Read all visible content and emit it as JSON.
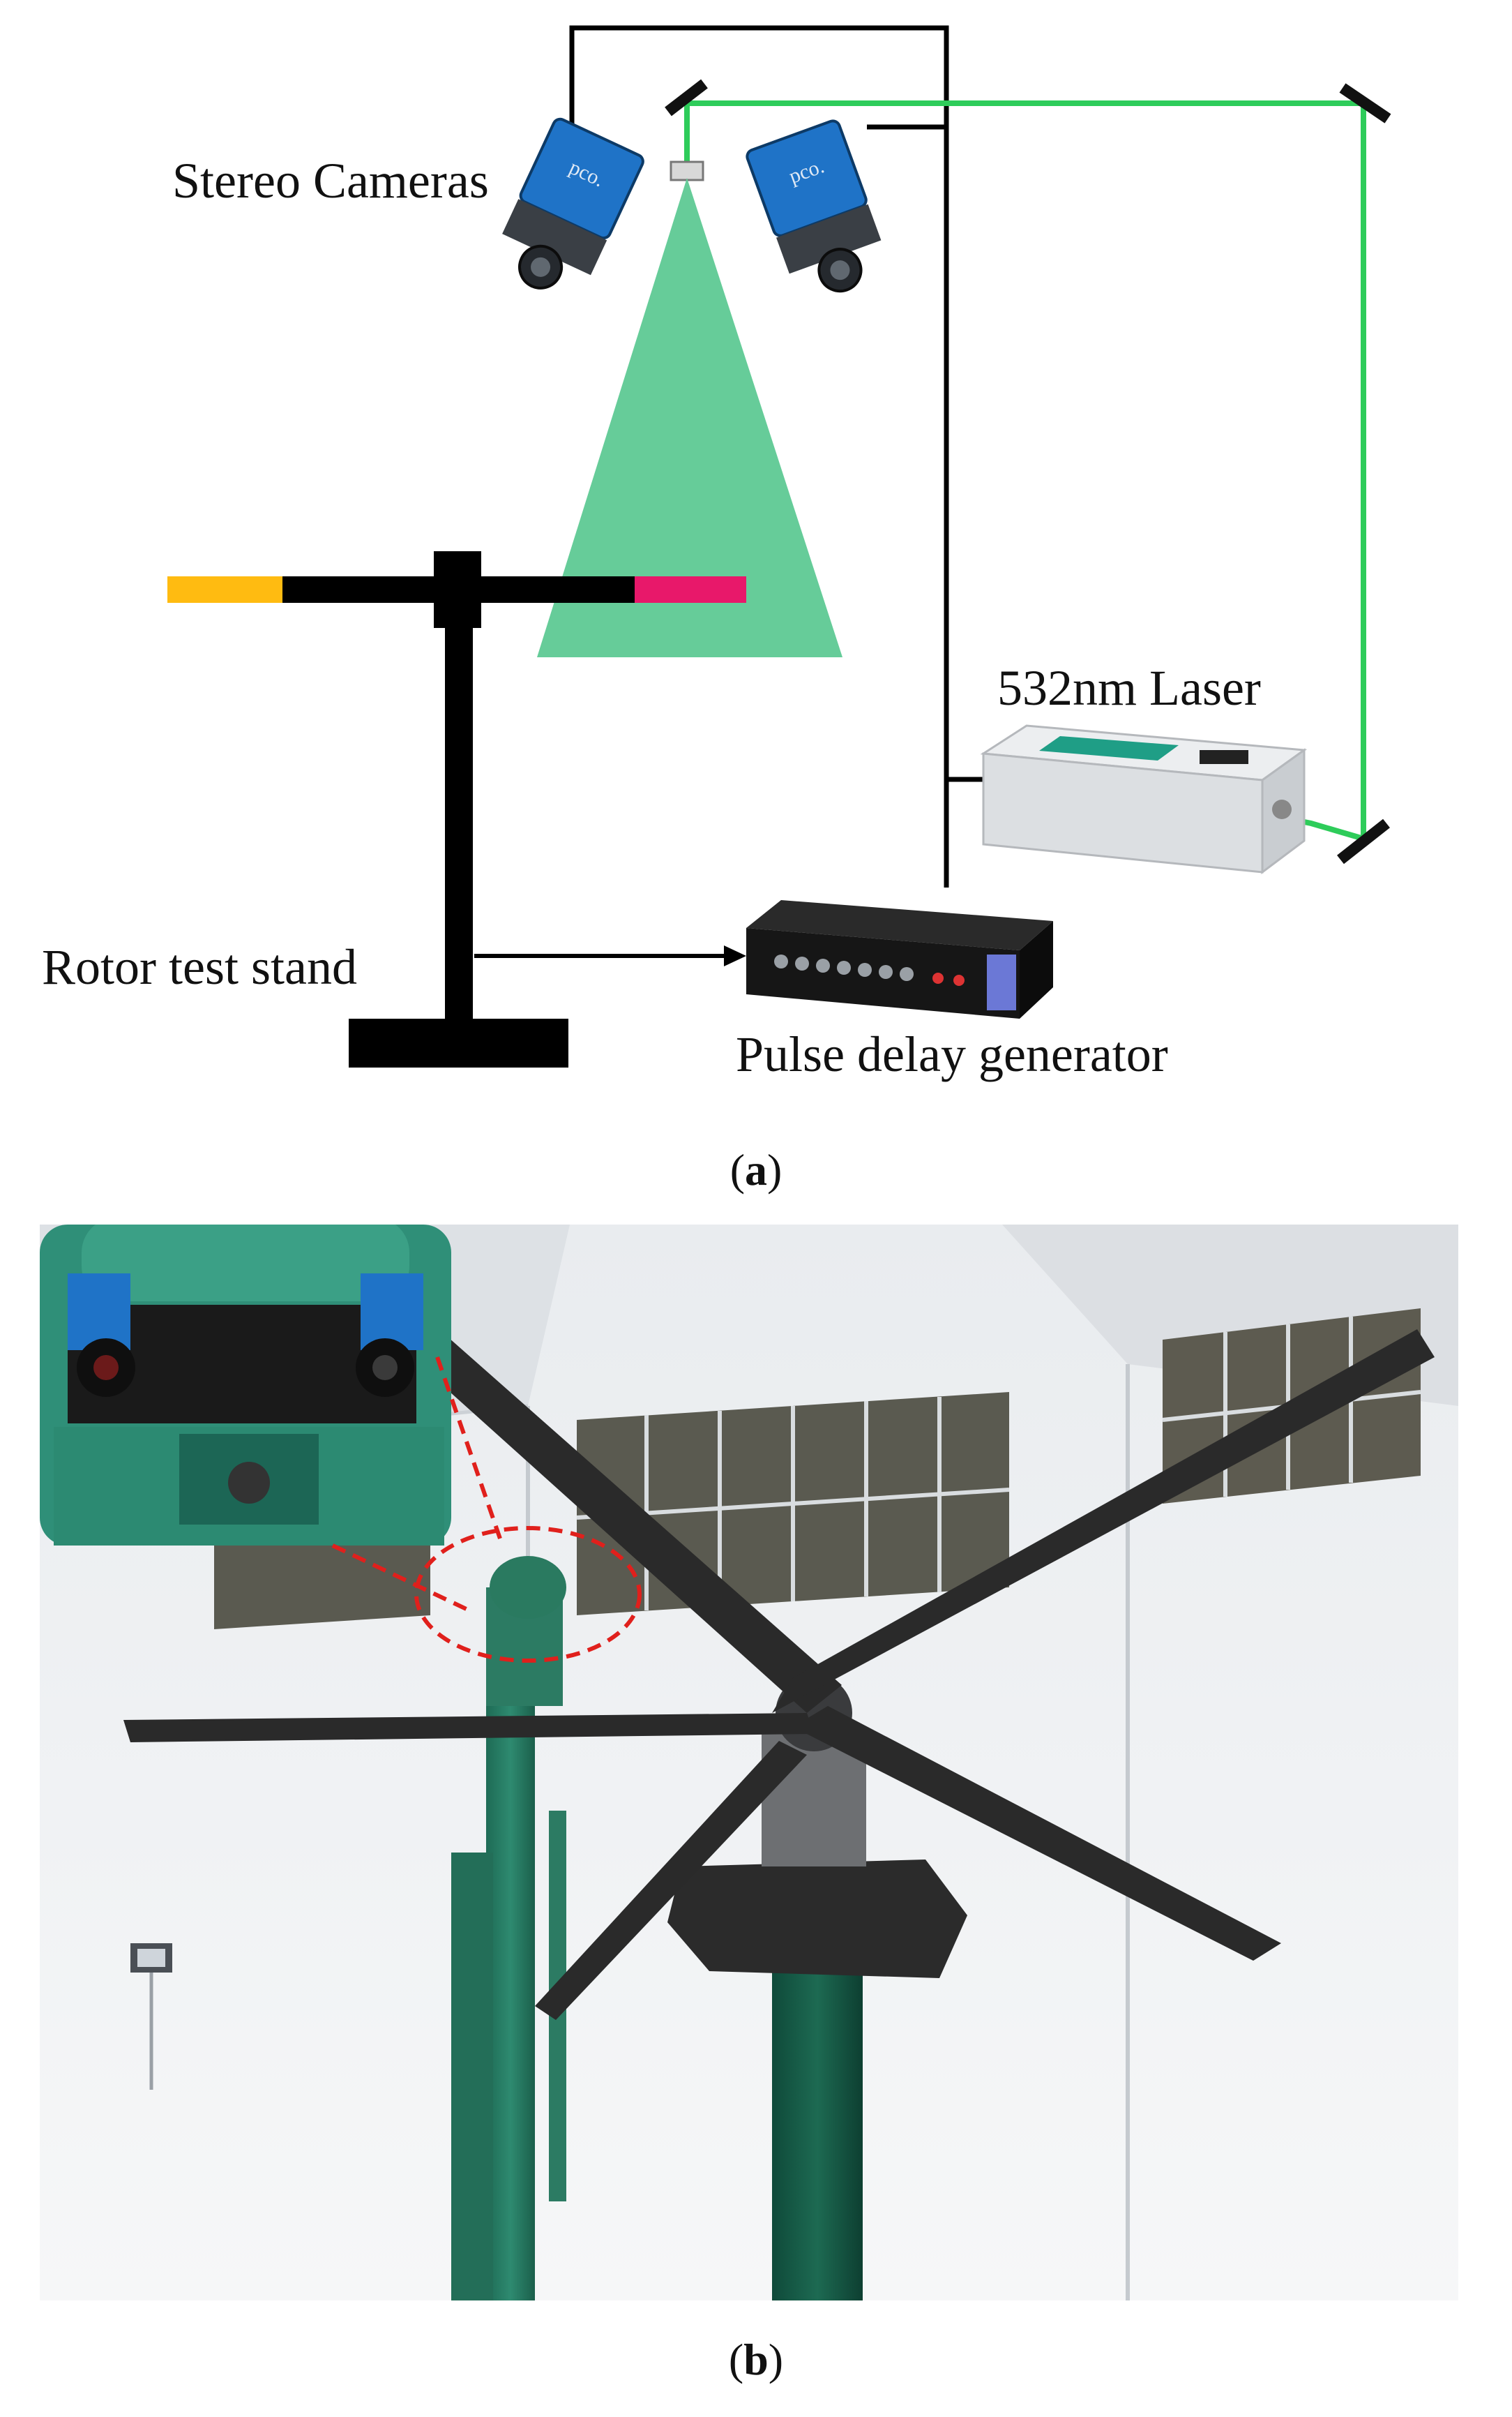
{
  "diagram": {
    "labels": {
      "stereo_cameras": "Stereo Cameras",
      "laser": "532nm Laser",
      "rotor_test_stand": "Rotor test stand",
      "pulse_delay_generator": "Pulse delay generator"
    },
    "camera_brand": "pco.",
    "colors": {
      "laser_beam": "#2ecc5a",
      "light_sheet": "#66cc99",
      "blade_tip_left": "#ffbb11",
      "blade_tip_right": "#e8186a",
      "camera_body": "#1f73c7",
      "stand": "#000000"
    }
  },
  "captions": {
    "a": "a",
    "b": "b"
  },
  "photo": {
    "description_icon": "rotor-test-photo"
  }
}
